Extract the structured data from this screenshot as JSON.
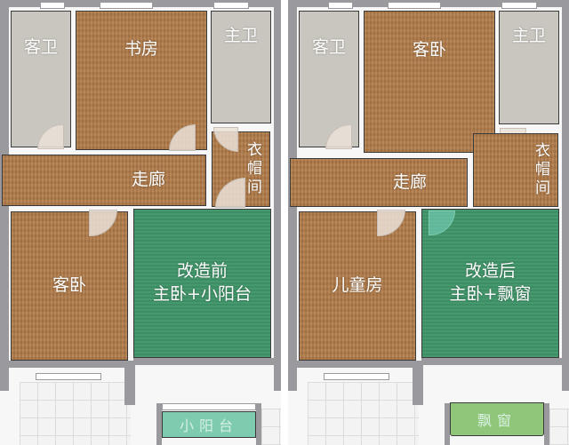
{
  "before": {
    "rooms": {
      "guest_bath": "客卫",
      "study": "书房",
      "master_bath": "主卫",
      "corridor": "走廊",
      "cloakroom": "衣帽间",
      "guest_bedroom": "客卧",
      "master_bedroom": "改造前\n主卧+小阳台",
      "small_balcony": "小阳台"
    }
  },
  "after": {
    "rooms": {
      "guest_bath": "客卫",
      "guest_bedroom": "客卧",
      "master_bath": "主卫",
      "corridor": "走廊",
      "cloakroom": "衣帽间",
      "kids_room": "儿童房",
      "master_bedroom": "改造后\n主卧+飘窗",
      "bay_window": "飘窗"
    }
  },
  "colors": {
    "wall": "#9a9a9e",
    "wood_floor": "#b07a48",
    "tile_floor": "#c9c6bf",
    "master_green": "#3f9468",
    "balcony_teal": "#7ecbb0",
    "bay_window_green": "#8fc67a"
  }
}
